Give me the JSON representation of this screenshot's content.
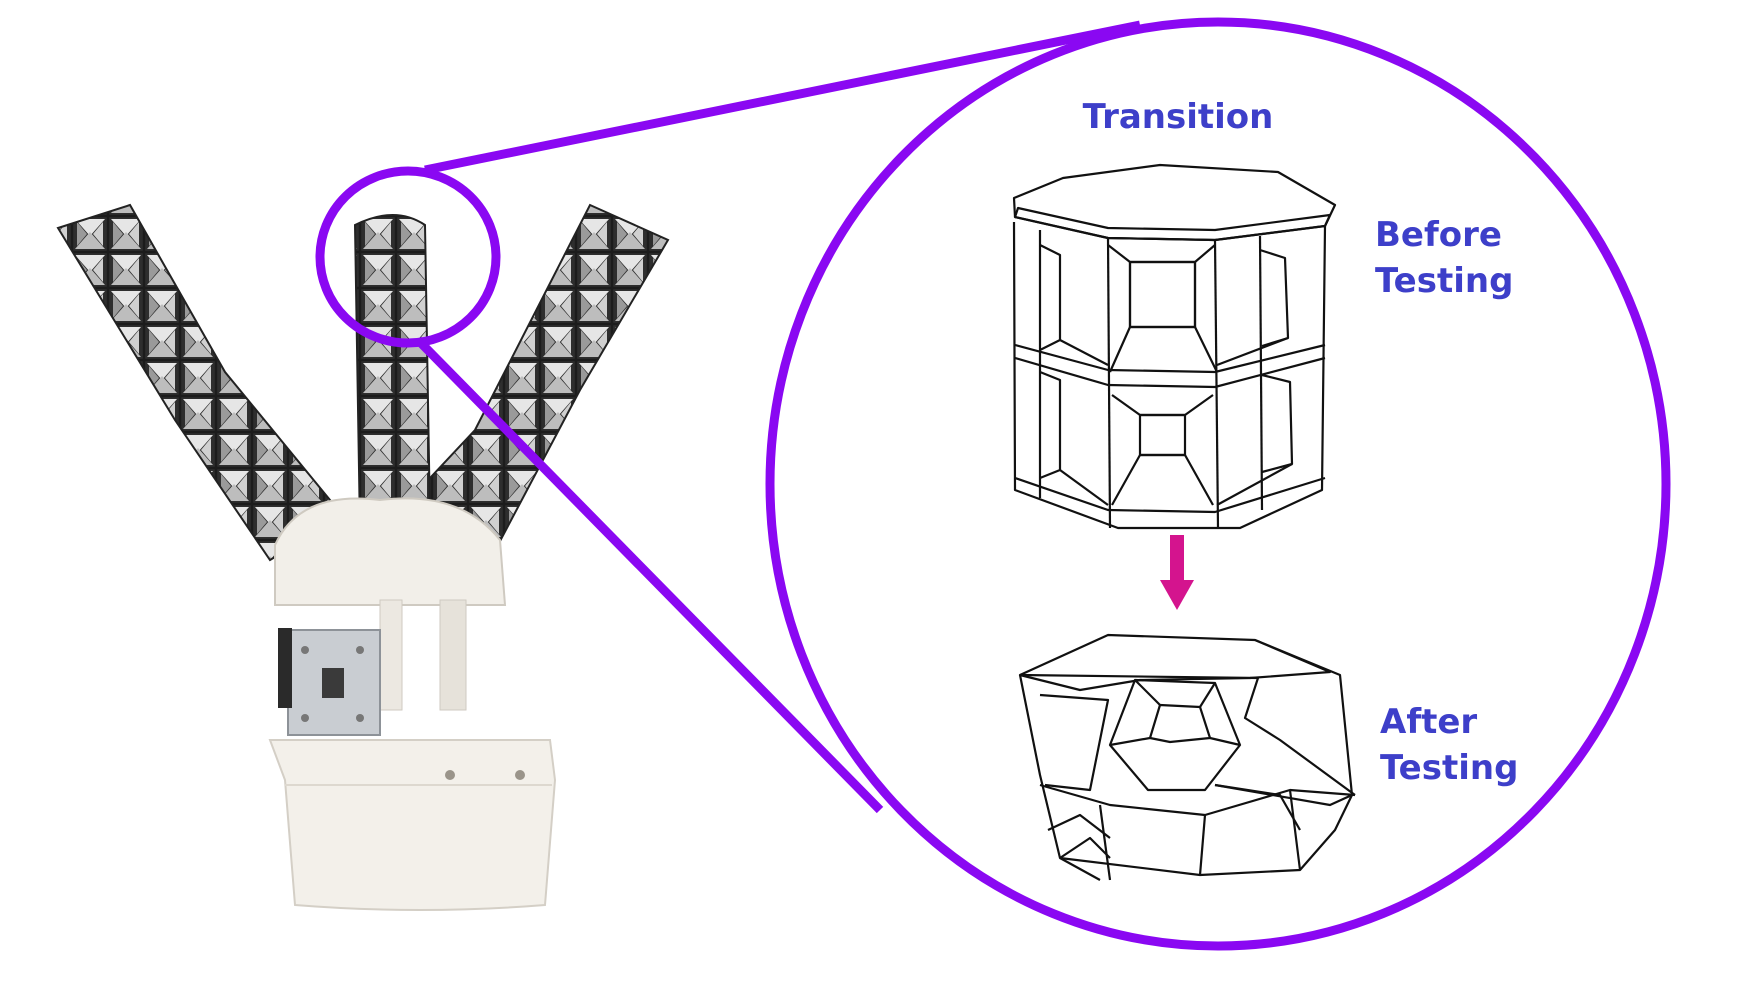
{
  "labels": {
    "transition": "Transition",
    "before_line1": "Before",
    "before_line2": "Testing",
    "after_line1": "After",
    "after_line2": "Testing"
  },
  "colors": {
    "magnifier": "#8a08f2",
    "label_text": "#3d3fc9",
    "arrow": "#d4148e",
    "line_art": "#111111",
    "gripper_body": "#f2efe9",
    "module_dark": "#3a3a3a",
    "module_light": "#e8e8e8"
  },
  "icons": {
    "gripper": "soft-robotic-gripper-photo",
    "before_cell": "octagonal-prism-cell-icon",
    "after_cell": "crushed-cell-icon",
    "arrow": "down-arrow-icon"
  }
}
